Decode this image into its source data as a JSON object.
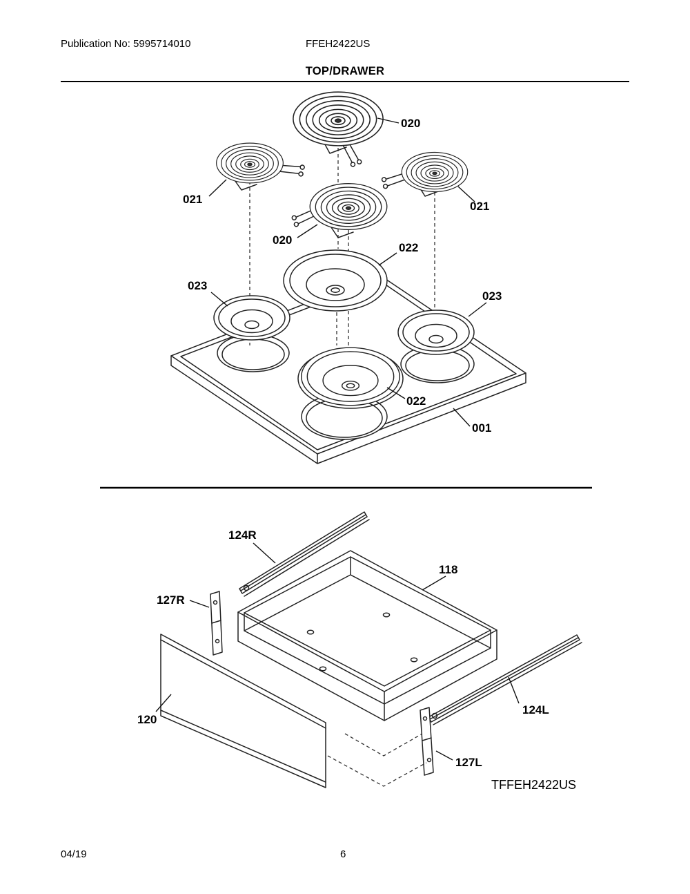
{
  "header": {
    "publication": "Publication No: 5995714010",
    "model": "FFEH2422US",
    "title": "TOP/DRAWER"
  },
  "top_diagram": {
    "labels": {
      "coil_top": "020",
      "coil_left": "021",
      "coil_center": "020",
      "coil_right": "021",
      "bowl_upper": "022",
      "bowl_left": "023",
      "bowl_right": "023",
      "bowl_front": "022",
      "maintop": "001"
    }
  },
  "drawer_diagram": {
    "labels": {
      "rail_right": "124R",
      "drawer_body": "118",
      "bracket_right": "127R",
      "drawer_front": "120",
      "rail_left": "124L",
      "bracket_left": "127L"
    },
    "model_code": "TFFEH2422US"
  },
  "footer": {
    "date": "04/19",
    "page": "6"
  }
}
